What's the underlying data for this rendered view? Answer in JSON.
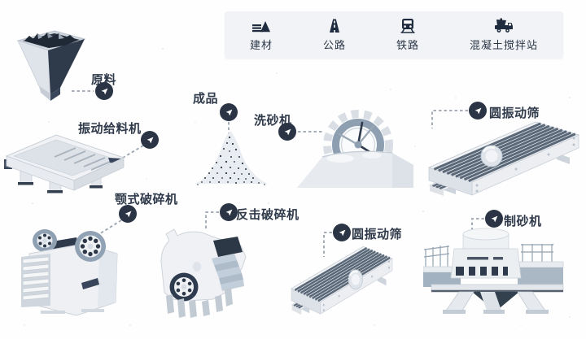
{
  "legend": {
    "items": [
      {
        "label": "建材",
        "icon": "materials-icon"
      },
      {
        "label": "公路",
        "icon": "road-icon"
      },
      {
        "label": "铁路",
        "icon": "railway-icon"
      },
      {
        "label": "混凝土搅拌站",
        "icon": "mixer-truck-icon"
      }
    ]
  },
  "callouts": {
    "raw_material": "原料",
    "vibrating_feeder": "振动给料机",
    "finished_product": "成品",
    "sand_washer": "洗砂机",
    "vibrating_screen_top": "圆振动筛",
    "jaw_crusher": "颚式破碎机",
    "impact_crusher": "反击破碎机",
    "vibrating_screen_bottom": "圆振动筛",
    "sand_maker": "制砂机"
  },
  "colors": {
    "ink": "#2e394a",
    "marker_bg": "#2a3444",
    "machine_light": "#eef0f3",
    "machine_edge": "#c9d0d8",
    "machine_dark": "#2f3b4d",
    "accent_blue_gray": "#8fa1b3",
    "legend_bg": "#f1f3f6",
    "dash": "#9aa4b0"
  }
}
